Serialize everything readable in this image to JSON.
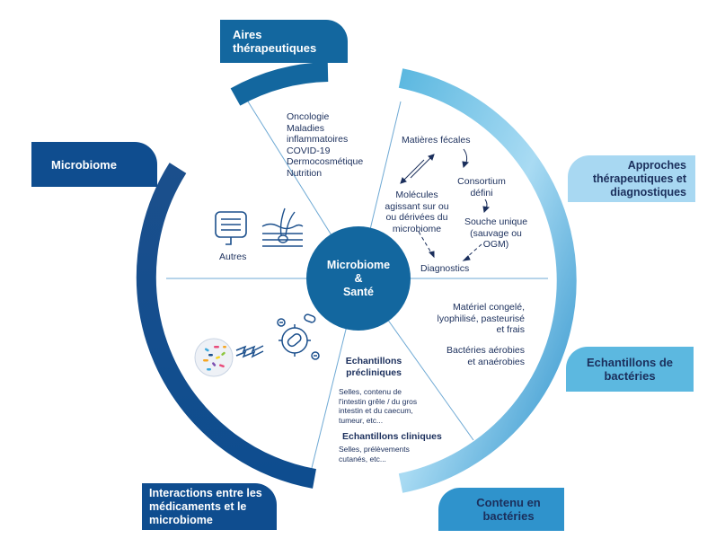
{
  "colors": {
    "dark_blue": "#0f4d8f",
    "mid_blue": "#13679f",
    "light_blue": "#5cb8e0",
    "pale_blue": "#a8d8f2",
    "text": "#1b2f5c",
    "divider": "#6ea9d4"
  },
  "hub": {
    "line1": "Microbiome",
    "line2": "&",
    "line3": "Santé"
  },
  "tabs": {
    "aires": "Aires thérapeutiques",
    "microbiome": "Microbiome",
    "approches": "Approches thérapeutiques et diagnostiques",
    "echantillons": "Echantillons de bactéries",
    "contenu": "Contenu en bactéries",
    "interactions": "Interactions entre les médicaments et le microbiome"
  },
  "aires_list": {
    "line1": "Oncologie",
    "line2": "Maladies",
    "line3": "inflammatoires",
    "line4": "COVID-19",
    "line5": "Dermocosmétique",
    "line6": "Nutrition"
  },
  "autres": "Autres",
  "approches_flow": {
    "matieres": "Matières fécales",
    "consortium_1": "Consortium",
    "consortium_2": "défini",
    "souche_1": "Souche unique",
    "souche_2": "(sauvage ou",
    "souche_3": "OGM)",
    "molecules_1": "Molécules",
    "molecules_2": "agissant sur ou",
    "molecules_3": "ou dérivées du",
    "molecules_4": "microbiome",
    "diagnostics": "Diagnostics"
  },
  "echantillons_text": {
    "materiel_1": "Matériel congelé,",
    "materiel_2": "lyophilisé, pasteurisé",
    "materiel_3": "et frais",
    "bacteries_1": "Bactéries aérobies",
    "bacteries_2": "et anaérobies"
  },
  "contenu_text": {
    "precliniques_1": "Echantillons",
    "precliniques_2": "précliniques",
    "precliniques_desc_1": "Selles, contenu de",
    "precliniques_desc_2": "l'intestin grêle / du gros",
    "precliniques_desc_3": "intestin et du caecum,",
    "precliniques_desc_4": "tumeur, etc...",
    "cliniques": "Echantillons cliniques",
    "cliniques_desc_1": "Selles, prélèvements",
    "cliniques_desc_2": "cutanés, etc..."
  },
  "icons": {
    "intestine": "intestine-icon",
    "skin": "skin-hair-follicle-icon",
    "bacteria": "bacteria-petri-icon",
    "pill": "pill-capsule-icon",
    "lightning": "lightning-icon"
  }
}
